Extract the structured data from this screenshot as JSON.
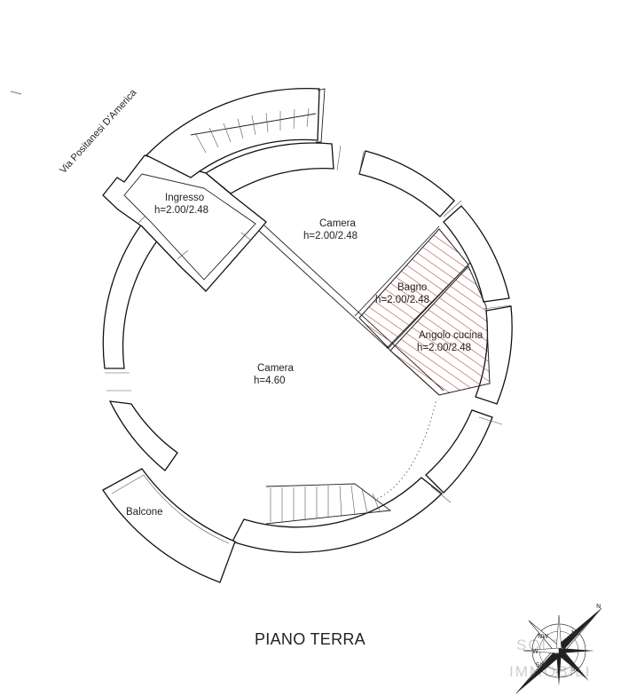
{
  "street": "Via Positanesi D'America",
  "rooms": {
    "ingresso": {
      "name": "Ingresso",
      "height": "h=2.00/2.48"
    },
    "camera_small": {
      "name": "Camera",
      "height": "h=2.00/2.48"
    },
    "bagno": {
      "name": "Bagno",
      "height": "h=2.00/2.48"
    },
    "angolo_cucina": {
      "name": "Angolo cucina",
      "height": "h=2.00/2.48"
    },
    "camera_main": {
      "name": "Camera",
      "height": "h=4.60"
    },
    "balcone": {
      "name": "Balcone"
    }
  },
  "title": "PIANO TERRA",
  "compass": {
    "n": "N",
    "ne": "NE",
    "se": "SE",
    "s": "S",
    "sw": "SW",
    "w": "W",
    "nw": "NW"
  },
  "watermark": {
    "line1": "SOLE",
    "line2": "IMMOBILI"
  },
  "colors": {
    "hatch": "#b23a3a",
    "wall": "#111111"
  }
}
